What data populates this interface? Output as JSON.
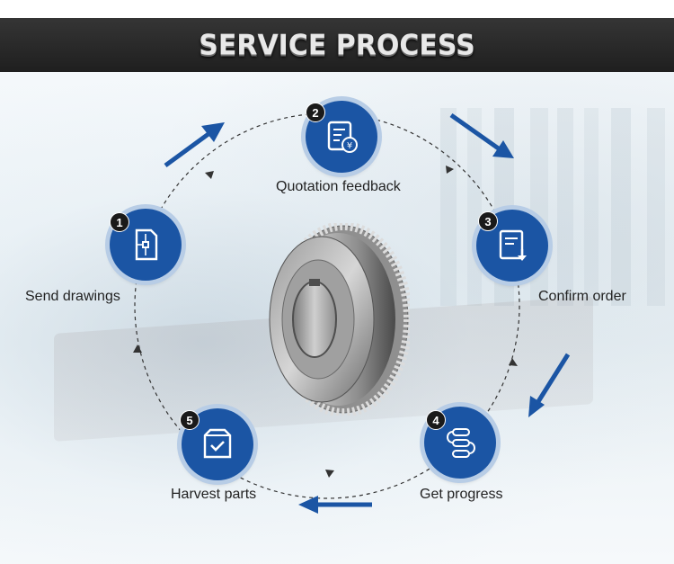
{
  "header": {
    "title": "SERVICE PROCESS"
  },
  "steps": [
    {
      "number": "1",
      "label": "Send drawings",
      "icon": "drawing-icon"
    },
    {
      "number": "2",
      "label": "Quotation feedback",
      "icon": "quotation-yen-icon"
    },
    {
      "number": "3",
      "label": "Confirm order",
      "icon": "confirm-order-icon"
    },
    {
      "number": "4",
      "label": "Get progress",
      "icon": "progress-flow-icon"
    },
    {
      "number": "5",
      "label": "Harvest parts",
      "icon": "box-check-icon"
    }
  ],
  "colors": {
    "node_fill": "#1b55a4",
    "node_ring": "#b8cde6",
    "arrow": "#1b55a4",
    "header_band": "#2a2a2a"
  }
}
